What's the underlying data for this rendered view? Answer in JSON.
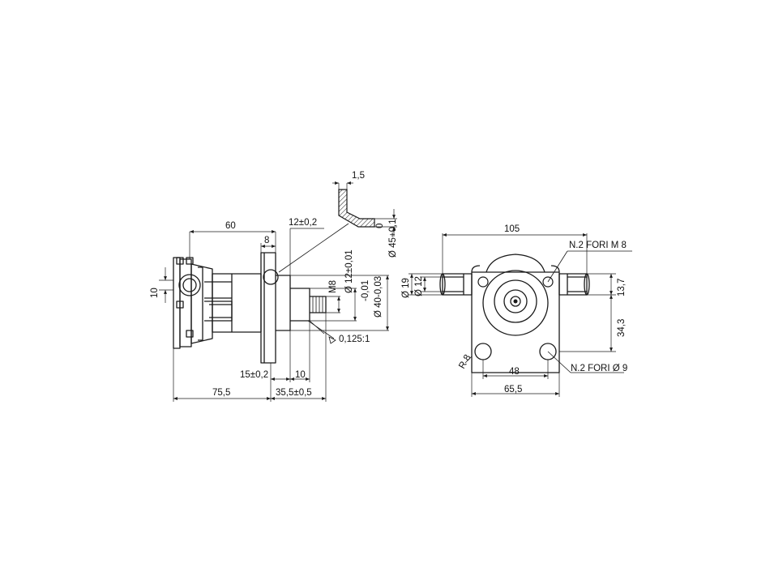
{
  "side_view": {
    "overall_top": "60",
    "flange_width": "8",
    "shaft_length": "12±0,2",
    "inlet_height": "10",
    "shaft_offset": "15±0,2",
    "shaft_step": "10",
    "length_total": "75,5",
    "shaft_extension": "35,5±0,5",
    "thread": "M8",
    "shaft_dia": "Ø 12±0,01",
    "tolerance_upper": "-0,01",
    "tolerance_lower": "Ø 40-0,03",
    "taper": "0,125:1"
  },
  "detail": {
    "wall_thickness": "1,5",
    "tol_zero": "0",
    "dia": "Ø 45+0,1"
  },
  "front_view": {
    "width_total": "105",
    "holes_top": "N.2 FORI M 8",
    "port_outer": "Ø 19",
    "port_inner": "Ø 12",
    "port_offset": "13,7",
    "center_height": "34,3",
    "radius": "R 8",
    "hole_spacing": "48",
    "base_width": "65,5",
    "holes_bottom": "N.2 FORI Ø 9"
  }
}
